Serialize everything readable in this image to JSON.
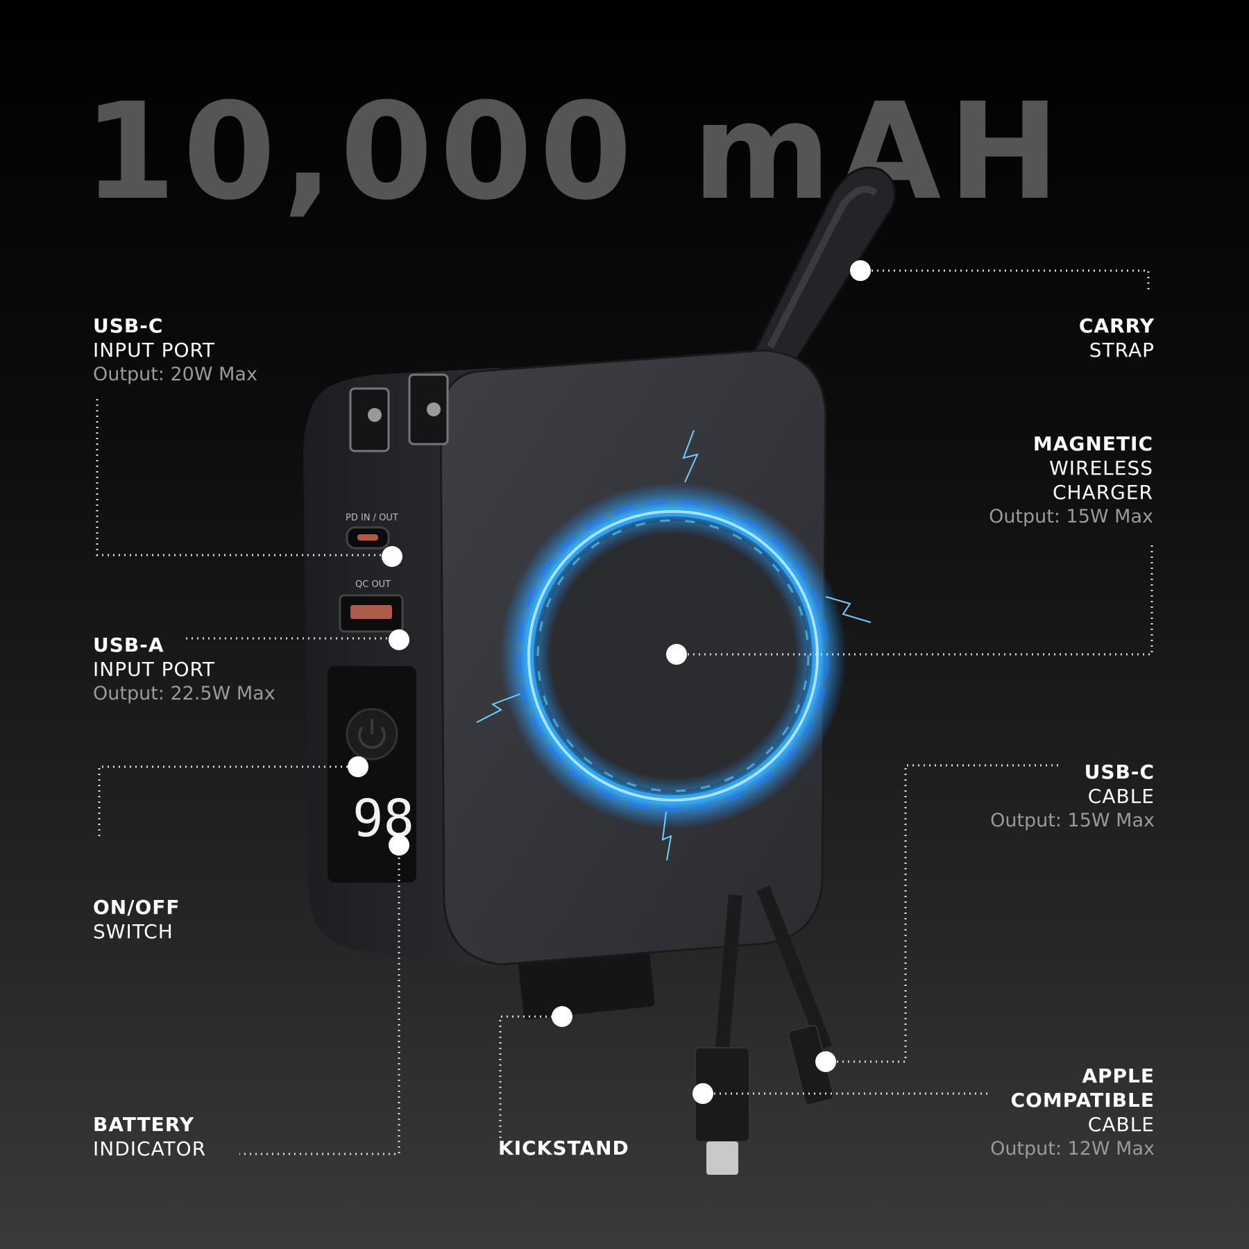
{
  "headline": "10,000 mAH",
  "device": {
    "pd_port_label": "PD IN / OUT",
    "qc_port_label": "QC OUT",
    "battery_display": "98"
  },
  "callouts": {
    "usb_c_input": {
      "title": "USB-C",
      "subtitle": "INPUT PORT",
      "spec": "Output: 20W Max"
    },
    "usb_a_input": {
      "title": "USB-A",
      "subtitle": "INPUT PORT",
      "spec": "Output: 22.5W Max"
    },
    "on_off": {
      "title": "ON/OFF",
      "subtitle": "SWITCH"
    },
    "battery": {
      "title": "BATTERY",
      "subtitle": "INDICATOR"
    },
    "kickstand": {
      "title": "KICKSTAND"
    },
    "carry_strap": {
      "title": "CARRY",
      "subtitle": "STRAP"
    },
    "magnetic_wireless": {
      "title": "MAGNETIC",
      "line2": "WIRELESS",
      "line3": "CHARGER",
      "spec": "Output: 15W Max"
    },
    "usb_c_cable": {
      "title": "USB-C",
      "subtitle": "CABLE",
      "spec": "Output: 15W Max"
    },
    "apple_cable": {
      "title": "APPLE",
      "line2": "COMPATIBLE",
      "line3": "CABLE",
      "spec": "Output: 12W Max"
    }
  },
  "colors": {
    "background": "#0a0a0a",
    "headline": "#555555",
    "device_body": "#35373c",
    "glow": "#1e90ff",
    "spec_text": "#9a9a9a"
  }
}
